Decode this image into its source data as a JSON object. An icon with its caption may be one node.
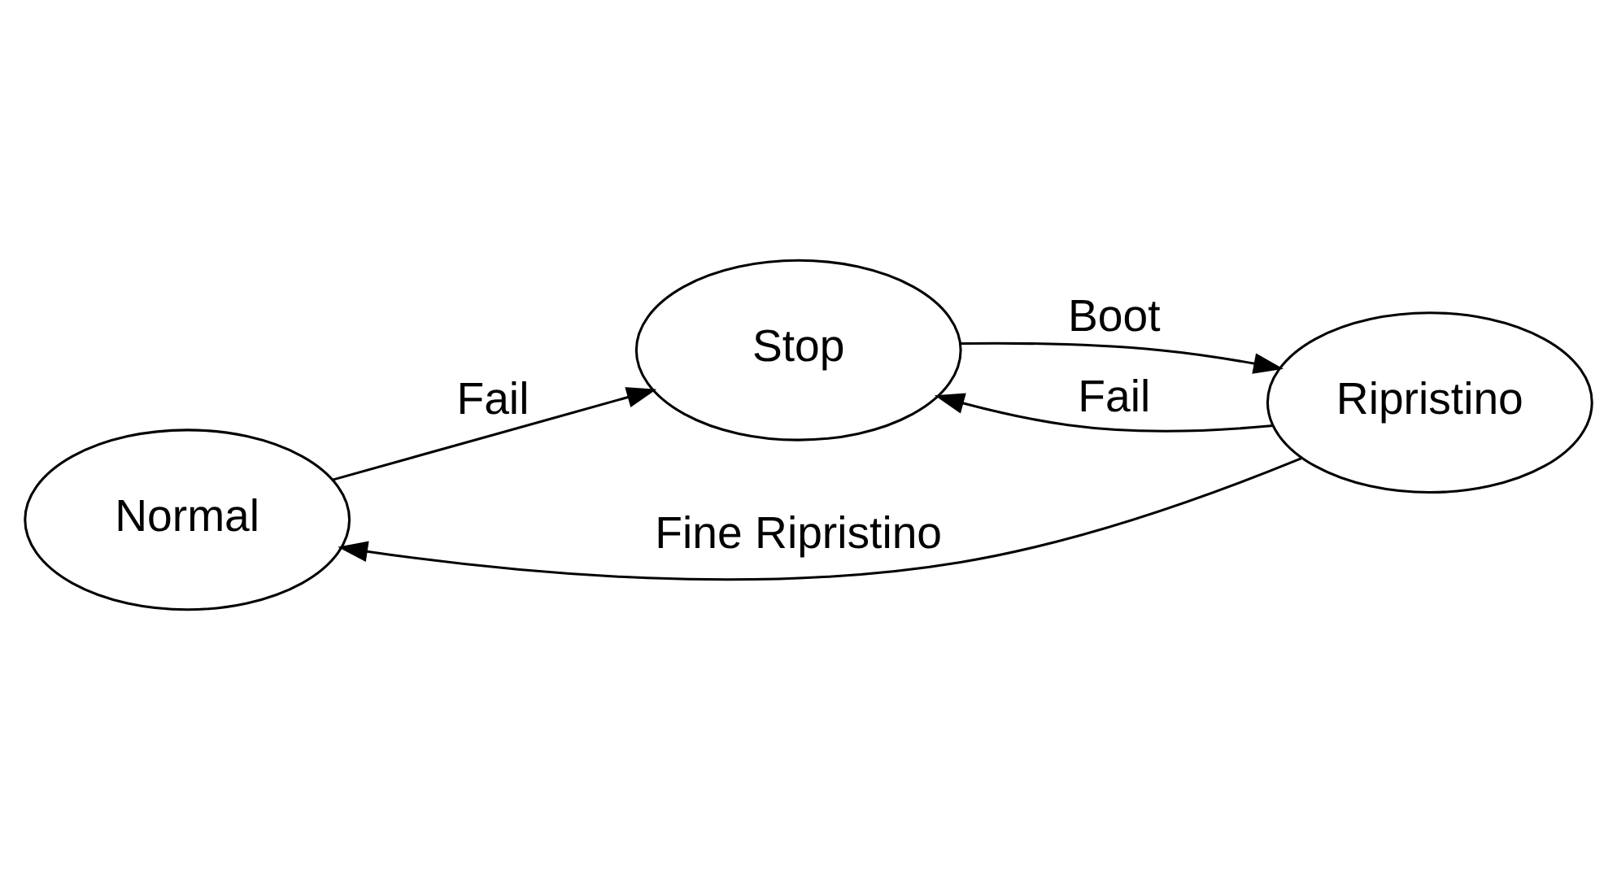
{
  "diagram": {
    "nodes": [
      {
        "text": [
          "Normal"
        ]
      },
      {
        "text": [
          "Stop"
        ]
      },
      {
        "text": [
          "Ripristino"
        ]
      }
    ],
    "edges": [
      {
        "from": 0,
        "to": 1,
        "arrow": "to",
        "label": "Fail"
      },
      {
        "from": 2,
        "to": 1,
        "arrow": "to",
        "label": "Fail"
      },
      {
        "from": 1,
        "to": 2,
        "arrow": "to",
        "label": "Boot"
      },
      {
        "from": 2,
        "to": 0,
        "arrow": "to",
        "label": "Fine Ripristino"
      }
    ]
  }
}
